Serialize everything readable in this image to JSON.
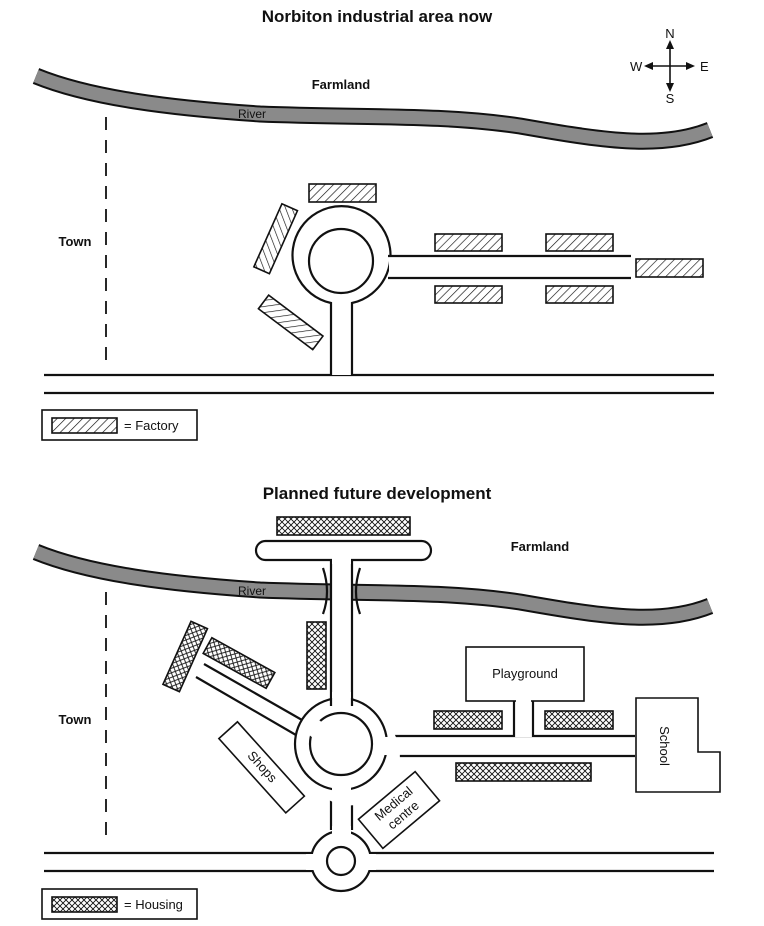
{
  "map_top": {
    "title": "Norbiton industrial area now",
    "labels": {
      "farmland": "Farmland",
      "river": "River",
      "town": "Town"
    },
    "compass": {
      "n": "N",
      "s": "S",
      "e": "E",
      "w": "W"
    },
    "legend": {
      "text": "= Factory",
      "pattern": "diagonal-hatch"
    }
  },
  "map_bottom": {
    "title": "Planned future development",
    "labels": {
      "farmland": "Farmland",
      "river": "River",
      "town": "Town",
      "playground": "Playground",
      "school": "School",
      "shops": "Shops",
      "medical_line1": "Medical",
      "medical_line2": "centre"
    },
    "legend": {
      "text": "= Housing",
      "pattern": "cross-hatch"
    }
  },
  "colors": {
    "river": "#8a8a8a",
    "ink": "#111111",
    "background": "#ffffff"
  }
}
